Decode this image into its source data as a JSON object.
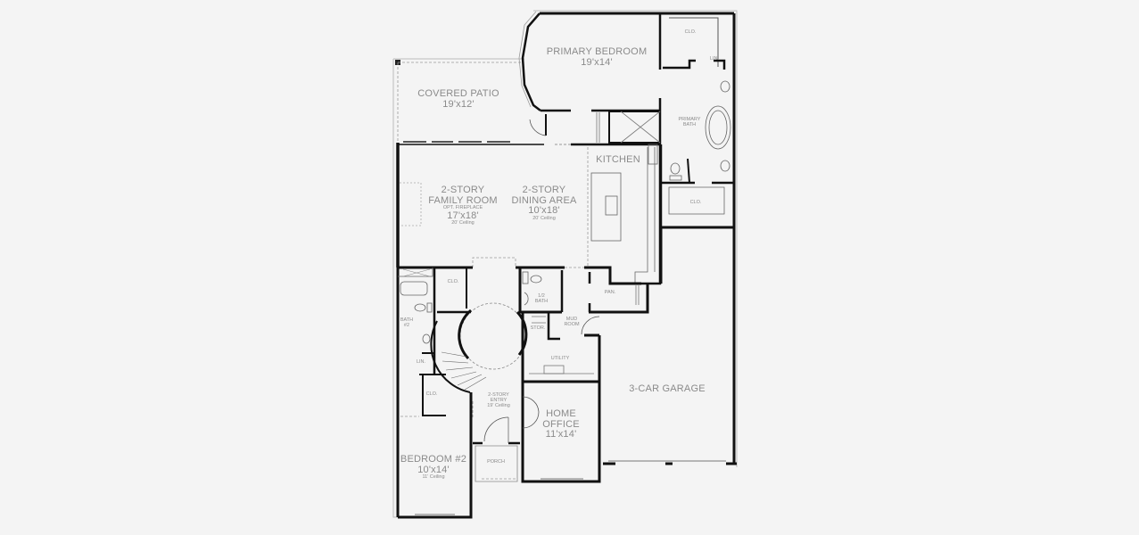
{
  "floor_plan": {
    "background": "#f4f4f4",
    "wall_color": "#111111",
    "label_color": "#8a8a8a",
    "rooms": [
      {
        "id": "primary-bedroom",
        "name": "PRIMARY BEDROOM",
        "size": "19'x14'",
        "note": ""
      },
      {
        "id": "covered-patio",
        "name": "COVERED PATIO",
        "size": "19'x12'",
        "note": ""
      },
      {
        "id": "primary-bath",
        "name": "PRIMARY BATH",
        "line1": "PRIMARY",
        "line2": "BATH"
      },
      {
        "id": "closet-primary-top",
        "name": "CLO."
      },
      {
        "id": "linen-primary",
        "name": "LIN."
      },
      {
        "id": "closet-primary-bottom",
        "name": "CLO."
      },
      {
        "id": "kitchen",
        "name": "KITCHEN"
      },
      {
        "id": "family-room",
        "line1": "2-STORY",
        "line2": "FAMILY ROOM",
        "option": "OPT. FIREPLACE",
        "size": "17'x18'",
        "note": "20' Ceiling"
      },
      {
        "id": "dining-area",
        "line1": "2-STORY",
        "line2": "DINING AREA",
        "size": "10'x18'",
        "note": "20' Ceiling"
      },
      {
        "id": "pantry",
        "name": "PAN."
      },
      {
        "id": "half-bath",
        "line1": "1/2",
        "line2": "BATH"
      },
      {
        "id": "mud-room",
        "line1": "MUD",
        "line2": "ROOM"
      },
      {
        "id": "storage",
        "name": "STOR."
      },
      {
        "id": "utility",
        "name": "UTILITY"
      },
      {
        "id": "closet-hall",
        "name": "CLO."
      },
      {
        "id": "bath-2",
        "line1": "BATH",
        "line2": "#2"
      },
      {
        "id": "linen-hall",
        "name": "LIN."
      },
      {
        "id": "closet-bed2",
        "name": "CLO."
      },
      {
        "id": "entry",
        "line1": "2-STORY",
        "line2": "ENTRY",
        "note": "19' Ceiling"
      },
      {
        "id": "home-office",
        "line1": "HOME",
        "line2": "OFFICE",
        "size": "11'x14'"
      },
      {
        "id": "bedroom-2",
        "name": "BEDROOM #2",
        "size": "10'x14'",
        "note": "11' Ceiling"
      },
      {
        "id": "porch",
        "name": "PORCH"
      },
      {
        "id": "garage",
        "name": "3-CAR GARAGE"
      }
    ]
  }
}
